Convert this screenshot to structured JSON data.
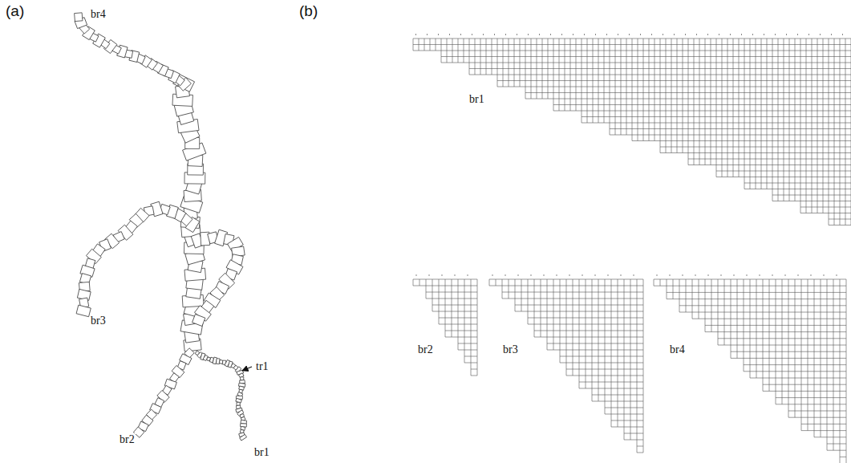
{
  "diagram": {
    "labels": [
      "(a)",
      "(b)",
      "br4",
      "br3",
      "br2",
      "tr1",
      "br1",
      "br1",
      "br2",
      "br3",
      "br4"
    ]
  }
}
